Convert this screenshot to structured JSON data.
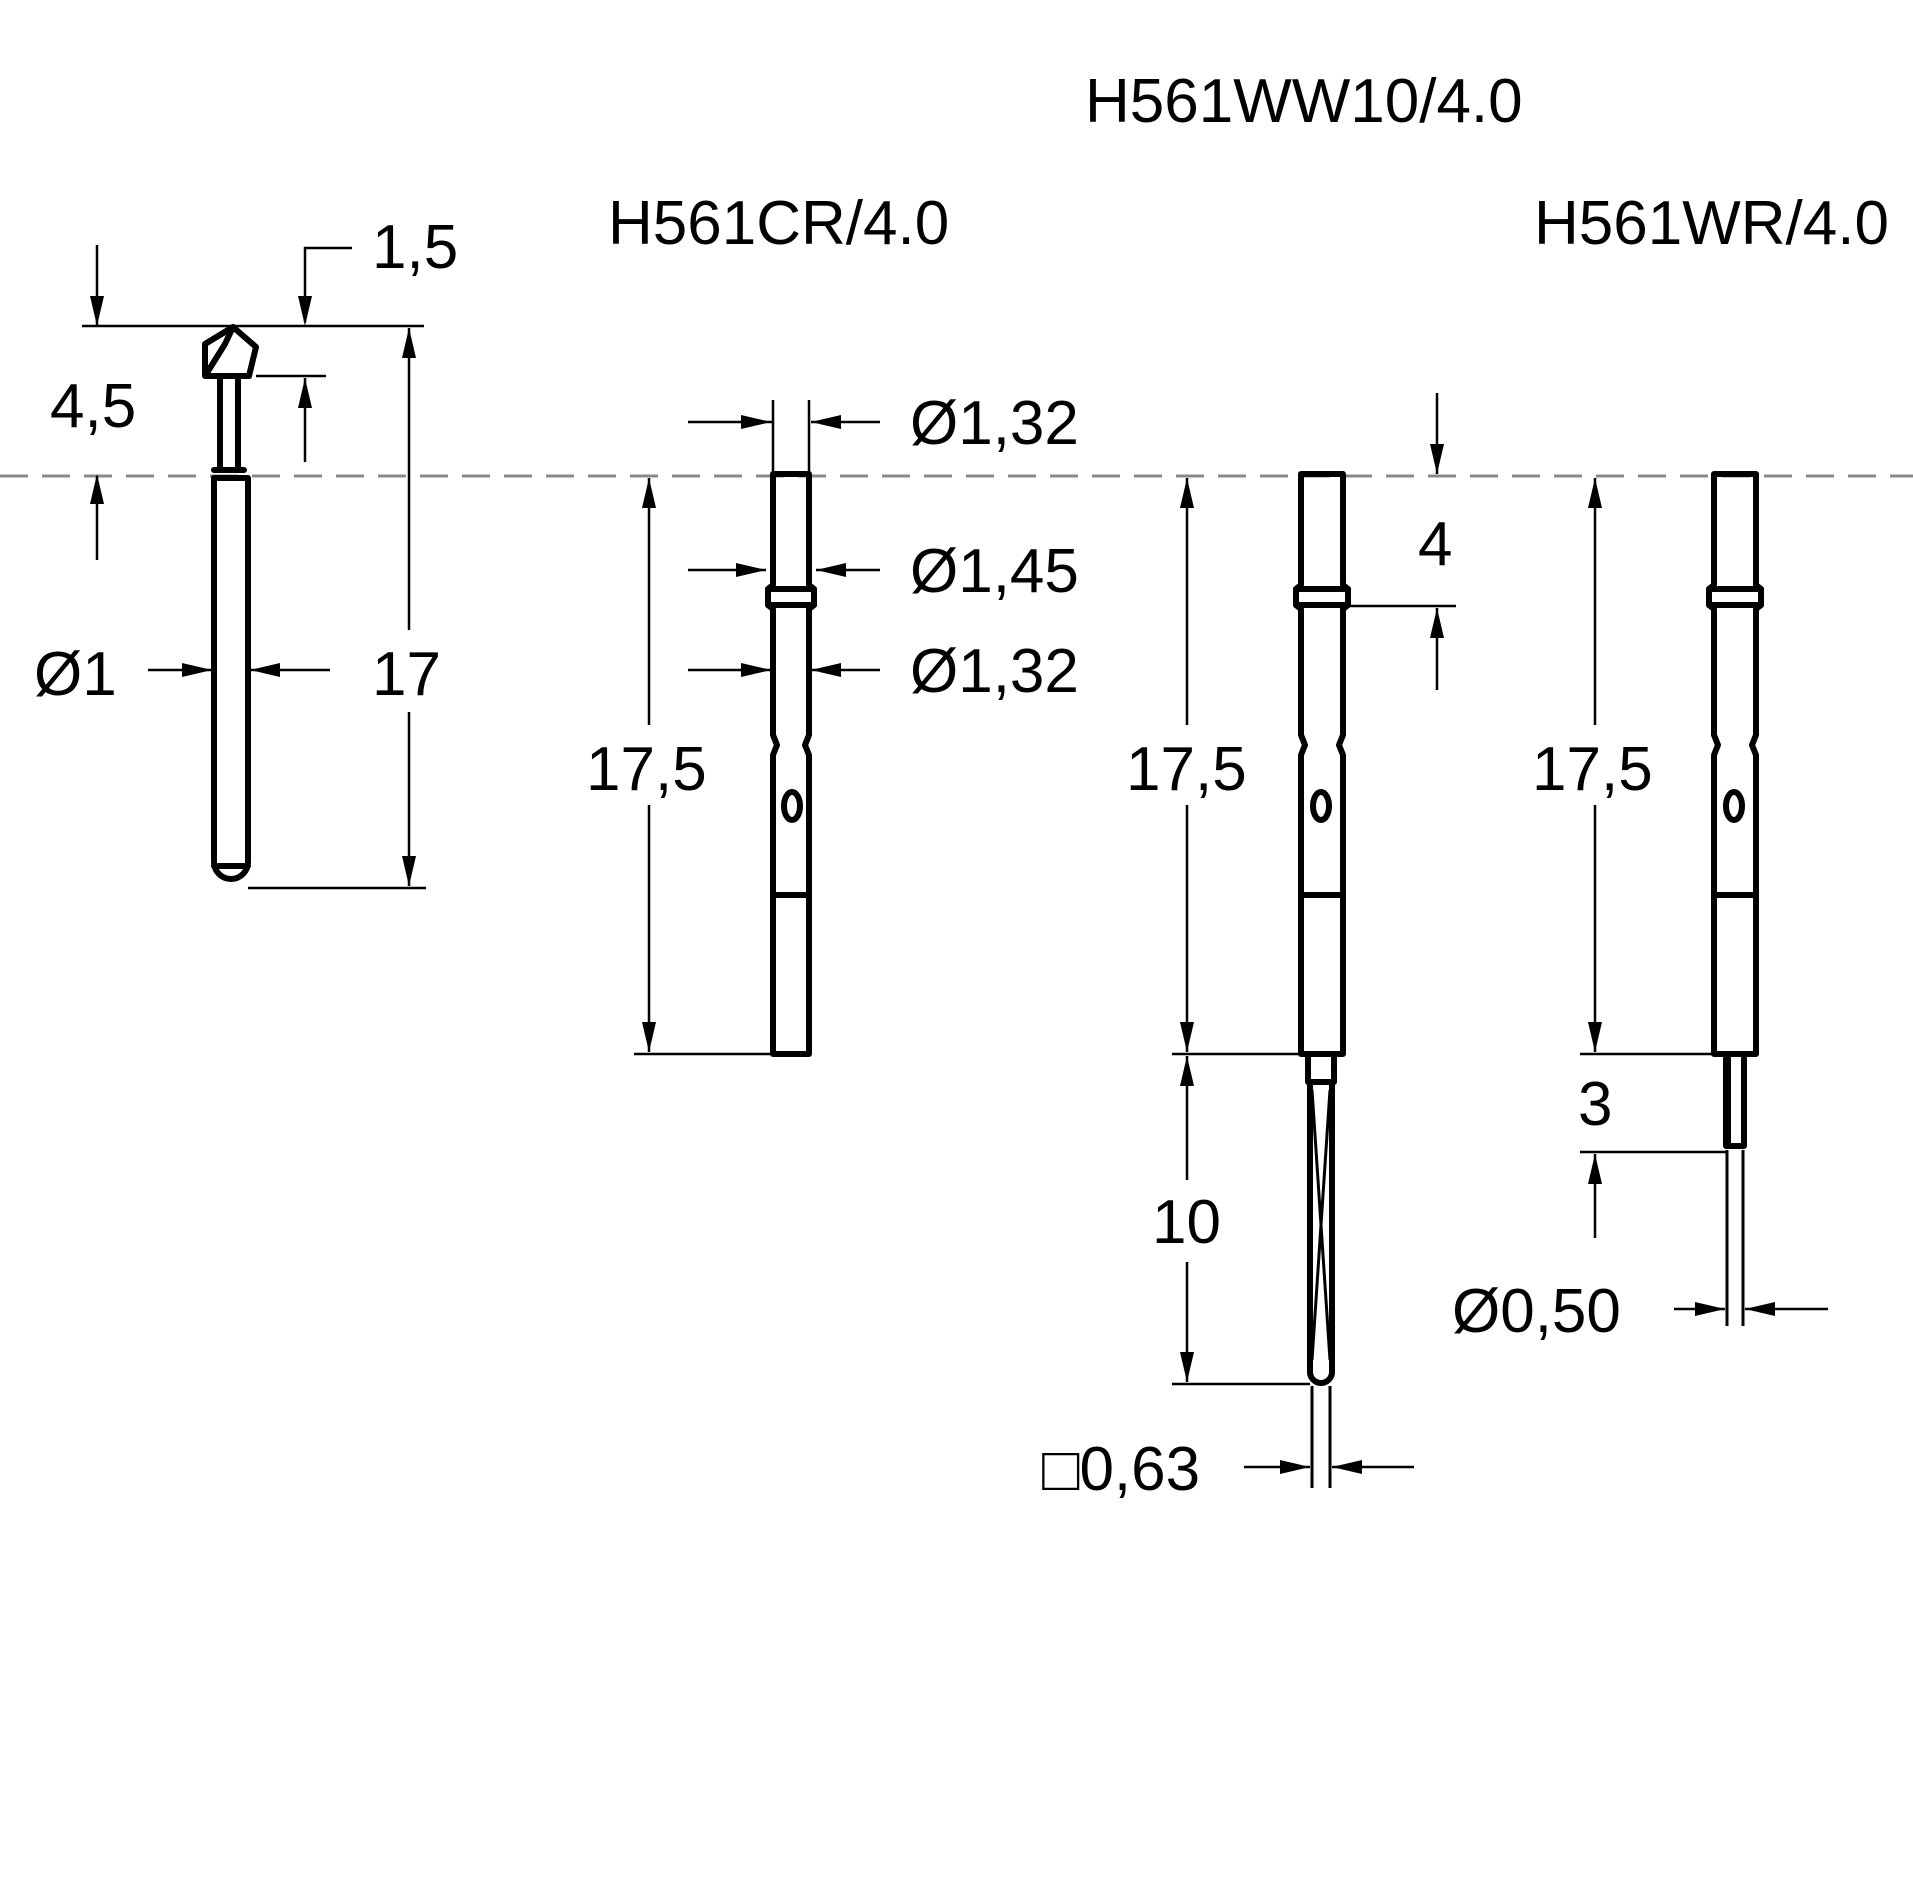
{
  "parts": {
    "cr": {
      "label": "H561CR/4.0"
    },
    "ww": {
      "label": "H561WW10/4.0"
    },
    "wr": {
      "label": "H561WR/4.0"
    }
  },
  "dims": {
    "head_width": "1,5",
    "head_height": "4,5",
    "plunger_dia": "Ø1",
    "plunger_len": "17",
    "cr_top_dia": "Ø1,32",
    "cr_collar_dia": "Ø1,45",
    "cr_body_dia": "Ø1,32",
    "cr_len": "17,5",
    "ww_len": "17,5",
    "ww_collar_pos": "4",
    "ww_tail_len": "10",
    "ww_tail_sq": "□0,63",
    "wr_len": "17,5",
    "wr_tail_len": "3",
    "wr_wire_dia": "Ø0,50"
  },
  "colors": {
    "line": "#000000",
    "reference_line": "#888888",
    "background": "#ffffff"
  }
}
